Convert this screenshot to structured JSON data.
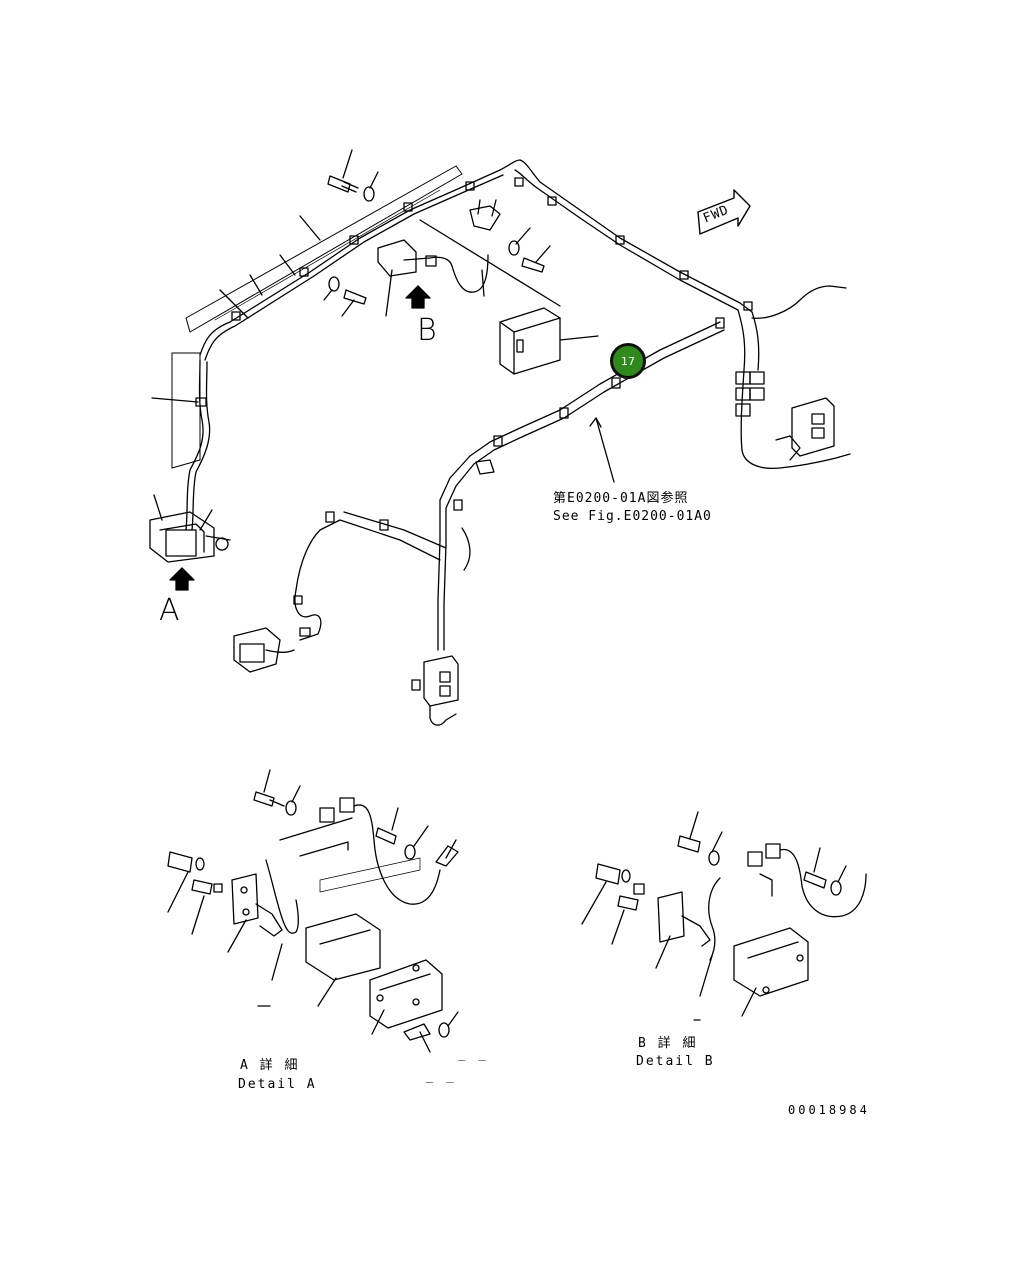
{
  "view_labels": {
    "a": "A",
    "b": "B"
  },
  "direction_label": "FWD",
  "callout": {
    "number": "17",
    "color": "#2e8a1b"
  },
  "reference_note": {
    "line_jp": "第E0200-01A図参照",
    "line_en": "See Fig.E0200-01A0"
  },
  "detail_a": {
    "line_jp": "A 詳 細",
    "line_en": "Detail A"
  },
  "detail_b": {
    "line_jp": "B 詳 細",
    "line_en": "Detail B"
  },
  "drawing_number": "00018984",
  "dashes_a": [
    "_ _",
    "_ _"
  ]
}
